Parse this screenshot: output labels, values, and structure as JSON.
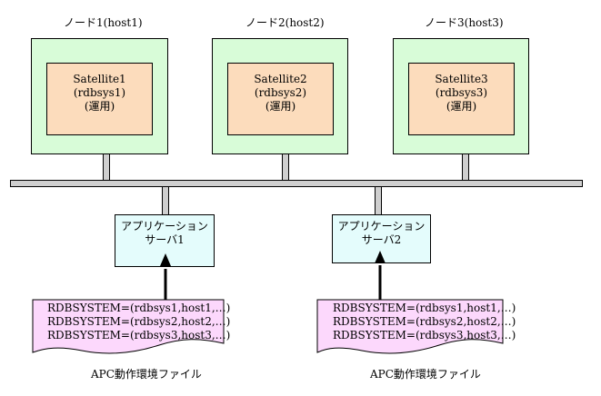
{
  "nodes": [
    {
      "title": "ノード1(host1)",
      "satellite": "Satellite1 (rdbsys1)",
      "status": "(運用)"
    },
    {
      "title": "ノード2(host2)",
      "satellite": "Satellite2 (rdbsys2)",
      "status": "(運用)"
    },
    {
      "title": "ノード3(host3)",
      "satellite": "Satellite3 (rdbsys3)",
      "status": "(運用)"
    }
  ],
  "app_servers": [
    {
      "line1": "アプリケーション",
      "line2": "サーバ1"
    },
    {
      "line1": "アプリケーション",
      "line2": "サーバ2"
    }
  ],
  "env_files": [
    {
      "label": "APC動作環境ファイル",
      "lines": [
        "RDBSYSTEM=(rdbsys1,host1,…)",
        "RDBSYSTEM=(rdbsys2,host2,…)",
        "RDBSYSTEM=(rdbsys3,host3,…)"
      ]
    },
    {
      "label": "APC動作環境ファイル",
      "lines": [
        "RDBSYSTEM=(rdbsys1,host1,…)",
        "RDBSYSTEM=(rdbsys2,host2,…)",
        "RDBSYSTEM=(rdbsys3,host3,…)"
      ]
    }
  ],
  "colors": {
    "node_outer": "#d8fcd8",
    "satellite": "#fcdcbc",
    "app_server": "#e4fcfc",
    "env_file": "#fcd8fc",
    "bus": "#cfcfcf"
  }
}
